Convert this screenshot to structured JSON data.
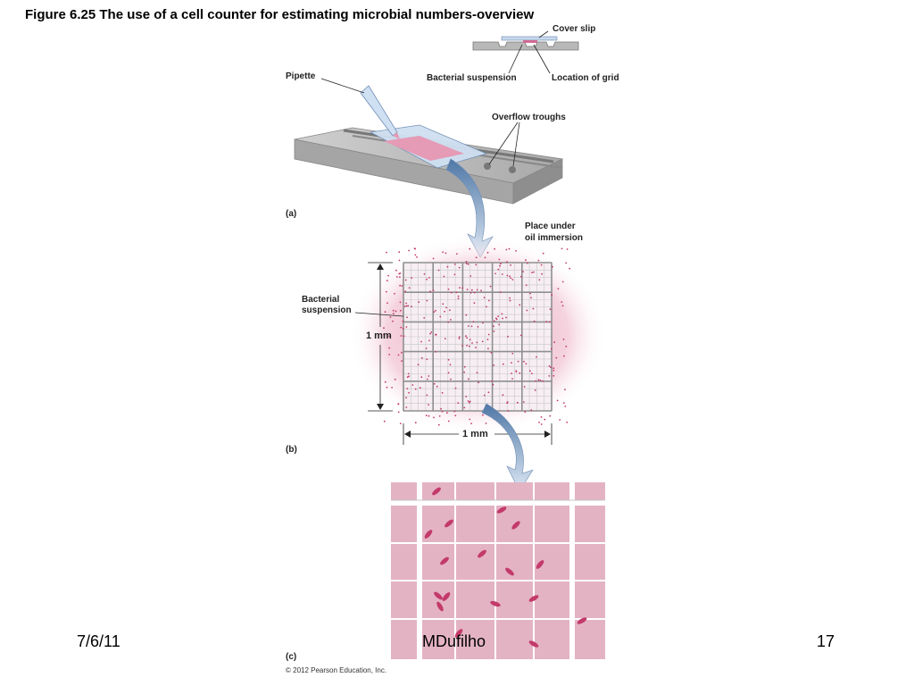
{
  "slide": {
    "title": "Figure 6.25  The use of a cell counter for estimating microbial numbers-overview",
    "footer_date": "7/6/11",
    "footer_author": "MDufilho",
    "footer_page": "17",
    "copyright": "© 2012 Pearson Education, Inc."
  },
  "figure": {
    "labels": {
      "cover_slip": "Cover slip",
      "bacterial_suspension_top": "Bacterial suspension",
      "location_of_grid": "Location of grid",
      "pipette": "Pipette",
      "overflow_troughs": "Overflow troughs",
      "panel_a": "(a)",
      "place_under_line1": "Place under",
      "place_under_line2": "oil immersion",
      "bacterial_suspension_line1": "Bacterial",
      "bacterial_suspension_line2": "suspension",
      "vertical_dimension": "1 mm",
      "horizontal_dimension": "1 mm",
      "panel_b": "(b)",
      "panel_c": "(c)"
    },
    "colors": {
      "pink_fill": "#e3b3c4",
      "grid_line": "#ffffff",
      "bacteria": "#c33a6a",
      "slide_gray": "#b9b9b9",
      "arrow_blue": "#c2d3e6"
    }
  }
}
